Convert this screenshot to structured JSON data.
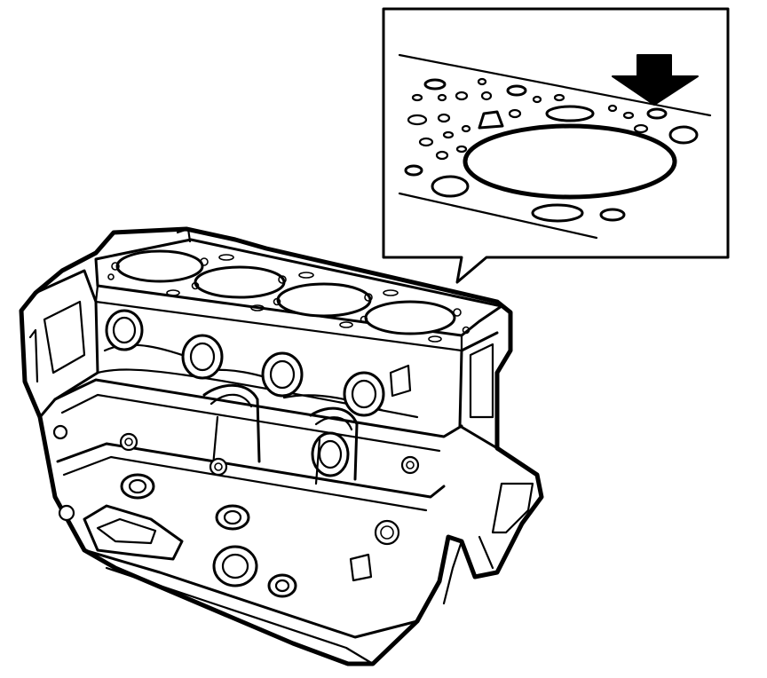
{
  "figure": {
    "subject": "engine-cylinder-block",
    "detail": "cylinder-head-gasket-surface",
    "cylinder_count": 4,
    "callout_marker": "arrow-down",
    "colors": {
      "line": "#000000",
      "background": "#ffffff"
    }
  }
}
